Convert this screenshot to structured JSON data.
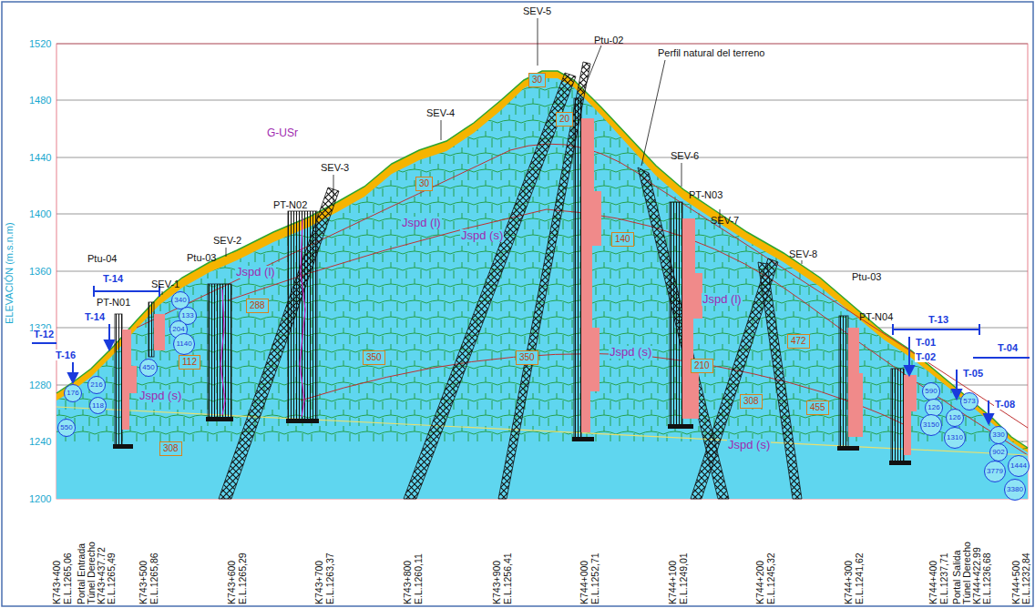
{
  "diagram": {
    "nodes": [
      {
        "text": [
          "30"
        ]
      },
      {
        "text": [
          "30"
        ]
      },
      {
        "text": [
          "20"
        ]
      },
      {
        "text": [
          "140"
        ]
      },
      {
        "text": [
          "288"
        ]
      },
      {
        "text": [
          "350"
        ]
      },
      {
        "text": [
          "350"
        ]
      },
      {
        "text": [
          "210"
        ]
      },
      {
        "text": [
          "472"
        ]
      },
      {
        "text": [
          "308"
        ]
      },
      {
        "text": [
          "455"
        ]
      },
      {
        "text": [
          "308"
        ]
      },
      {
        "text": [
          "112"
        ]
      },
      {
        "text": [
          "176"
        ]
      },
      {
        "text": [
          "550"
        ]
      },
      {
        "text": [
          "216"
        ]
      },
      {
        "text": [
          "118"
        ]
      },
      {
        "text": [
          "340"
        ]
      },
      {
        "text": [
          "133"
        ]
      },
      {
        "text": [
          "204"
        ]
      },
      {
        "text": [
          "1140"
        ]
      },
      {
        "text": [
          "450"
        ]
      },
      {
        "text": [
          "590"
        ]
      },
      {
        "text": [
          "126"
        ]
      },
      {
        "text": [
          "3150"
        ]
      },
      {
        "text": [
          "573"
        ]
      },
      {
        "text": [
          "126"
        ]
      },
      {
        "text": [
          "1310"
        ]
      },
      {
        "text": [
          "330"
        ]
      },
      {
        "text": [
          "902"
        ]
      },
      {
        "text": [
          "1444"
        ]
      },
      {
        "text": [
          "3779"
        ]
      },
      {
        "text": [
          "3380"
        ]
      }
    ],
    "labels": [
      "1520",
      "1480",
      "1440",
      "1400",
      "1360",
      "1320",
      "1280",
      "1240",
      "1200",
      "ELEVACIÓN (m.s.n.m)",
      "K743+400",
      "E.L.1265,06",
      "Portal Entrada",
      "Túnel Derecho",
      "K743+437.72",
      "E.L.1265,49",
      "K743+500",
      "E.L.1265,86",
      "K743+600",
      "E.L.1265,29",
      "K743+700",
      "E.L.1263,37",
      "K743+800",
      "E.L.1260,11",
      "K743+900",
      "E.L.1256,41",
      "K744+000",
      "E.L.1252,71",
      "K744+100",
      "E.L.1249,01",
      "K744+200",
      "E.L.1245,32",
      "K744+300",
      "E.L.1241,62",
      "K744+400",
      "E.L.1237,71",
      "Portal Salida",
      "Túnel Derecho",
      "K744+422.99",
      "E.L.1236,68",
      "K744+500",
      "E.L.1232,84",
      "SEV-5",
      "Ptu-02",
      "Perfil natural del terreno",
      "SEV-4",
      "G-USr",
      "SEV-3",
      "SEV-6",
      "PT-N03",
      "SEV-7",
      "SEV-2",
      "PT-N02",
      "Ptu-03",
      "Ptu-04",
      "SEV-1",
      "PT-N01",
      "T-14",
      "T-14",
      "T-12",
      "T-16",
      "SEV-8",
      "Ptu-03",
      "PT-N04",
      "T-13",
      "T-01",
      "T-02",
      "T-05",
      "T-04",
      "T-08",
      "Jspd (l)",
      "Jspd (l)",
      "Jspd (s)",
      "Jspd (l)",
      "Jspd (s)",
      "Jspd (s)",
      "Jspd (s)"
    ]
  }
}
